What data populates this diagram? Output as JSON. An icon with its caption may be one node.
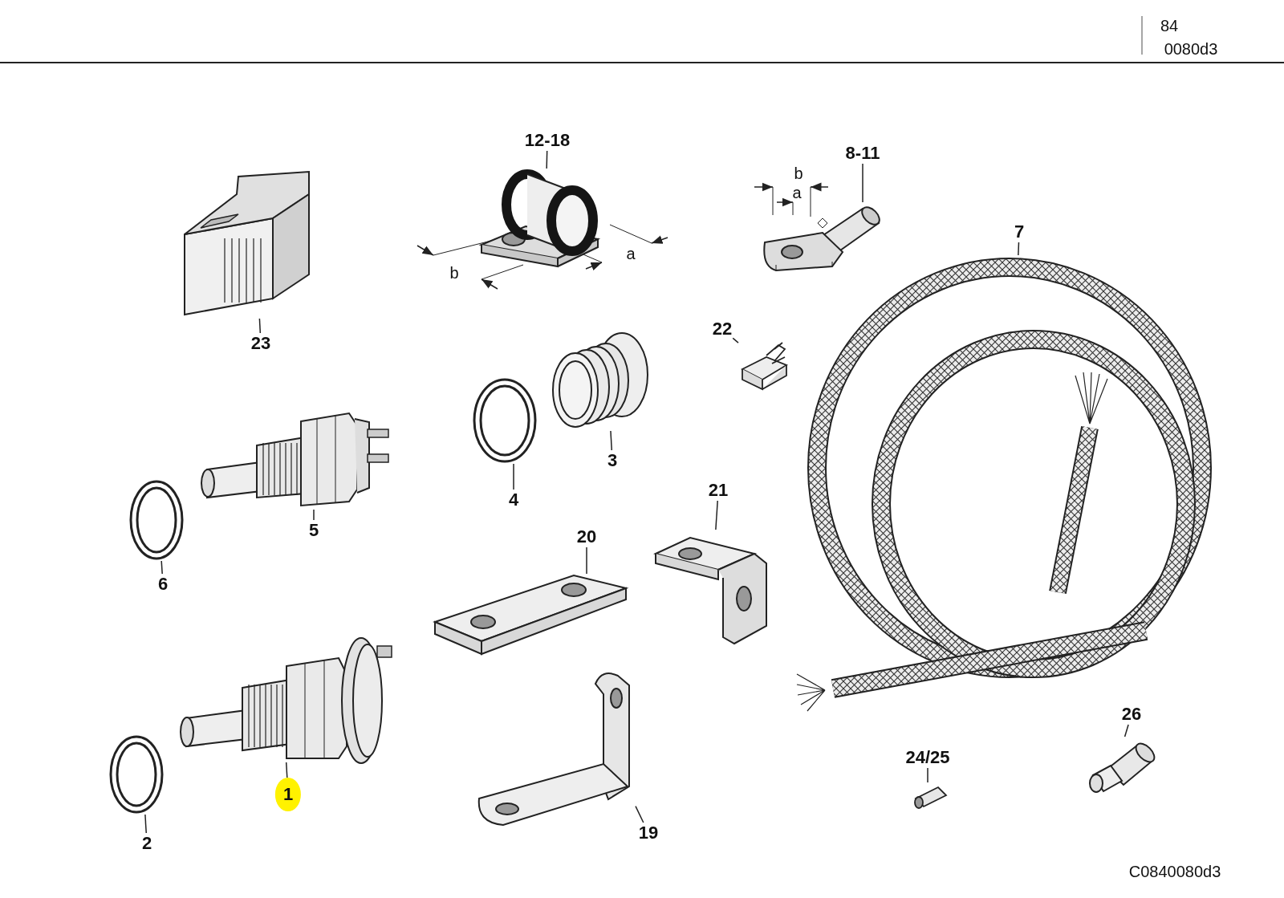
{
  "diagram": {
    "nodes": [
      {
        "text": [
          "12-18"
        ]
      },
      {
        "text": [],
        "shape": "picture"
      },
      {
        "text": [
          "8-11"
        ]
      },
      {
        "text": [],
        "shape": "picture"
      },
      {
        "text": [
          "7"
        ]
      },
      {
        "text": [],
        "shape": "picture"
      },
      {
        "text": [
          "23"
        ]
      },
      {
        "text": [],
        "shape": "picture"
      },
      {
        "text": [
          "22"
        ]
      },
      {
        "text": [],
        "shape": "picture"
      },
      {
        "text": [
          "3"
        ]
      },
      {
        "text": [],
        "shape": "picture"
      },
      {
        "text": [
          "4"
        ]
      },
      {
        "text": [],
        "shape": "picture"
      },
      {
        "text": [
          "5"
        ]
      },
      {
        "text": [],
        "shape": "picture"
      },
      {
        "text": [
          "6"
        ]
      },
      {
        "text": [],
        "shape": "picture"
      },
      {
        "text": [
          "21"
        ]
      },
      {
        "text": [],
        "shape": "picture"
      },
      {
        "text": [
          "20"
        ]
      },
      {
        "text": [],
        "shape": "picture"
      },
      {
        "text": [
          "1"
        ]
      },
      {
        "text": [],
        "shape": "picture"
      },
      {
        "text": [
          "2"
        ]
      },
      {
        "text": [],
        "shape": "picture"
      },
      {
        "text": [
          "19"
        ]
      },
      {
        "text": [],
        "shape": "picture"
      },
      {
        "text": [
          "24/25"
        ]
      },
      {
        "text": [],
        "shape": "picture"
      },
      {
        "text": [
          "26"
        ]
      },
      {
        "text": [],
        "shape": "picture"
      }
    ],
    "edges": [
      {
        "from": 0,
        "to": 1,
        "arrow": "none"
      },
      {
        "from": 2,
        "to": 3,
        "arrow": "none"
      },
      {
        "from": 4,
        "to": 5,
        "arrow": "none"
      },
      {
        "from": 6,
        "to": 7,
        "arrow": "none"
      },
      {
        "from": 8,
        "to": 9,
        "arrow": "none"
      },
      {
        "from": 10,
        "to": 11,
        "arrow": "none"
      },
      {
        "from": 12,
        "to": 13,
        "arrow": "none"
      },
      {
        "from": 14,
        "to": 15,
        "arrow": "none"
      },
      {
        "from": 16,
        "to": 17,
        "arrow": "none"
      },
      {
        "from": 18,
        "to": 19,
        "arrow": "none"
      },
      {
        "from": 20,
        "to": 21,
        "arrow": "none"
      },
      {
        "from": 22,
        "to": 23,
        "arrow": "none"
      },
      {
        "from": 24,
        "to": 25,
        "arrow": "none"
      },
      {
        "from": 26,
        "to": 27,
        "arrow": "none"
      },
      {
        "from": 28,
        "to": 29,
        "arrow": "none"
      },
      {
        "from": 30,
        "to": 31,
        "arrow": "none"
      }
    ],
    "labels": [
      "84",
      "0080d3",
      "b",
      "a",
      "a",
      "b",
      "C0840080d3"
    ]
  }
}
